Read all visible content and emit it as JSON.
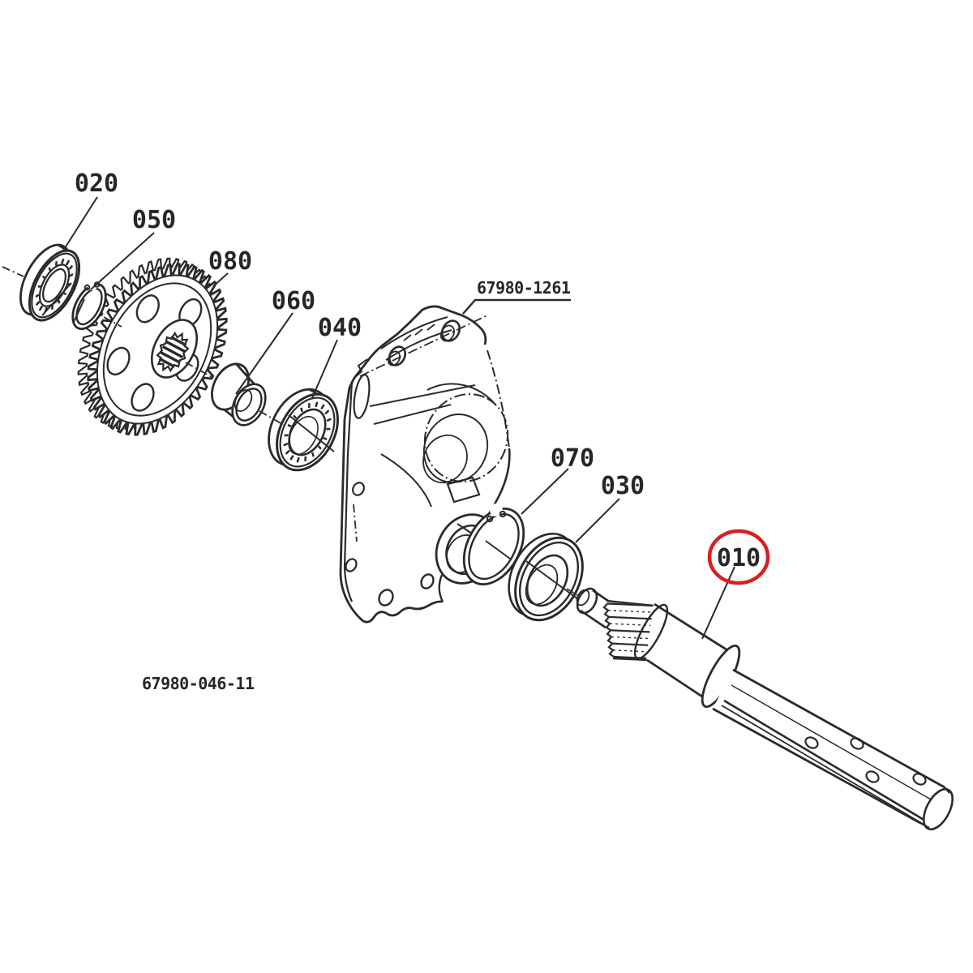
{
  "figure": {
    "background_color": "#ffffff",
    "line_color": "#2a2a2a",
    "highlight_color": "#d81f1f"
  },
  "callouts": [
    {
      "ref": "020",
      "highlighted": false
    },
    {
      "ref": "050",
      "highlighted": false
    },
    {
      "ref": "080",
      "highlighted": false
    },
    {
      "ref": "060",
      "highlighted": false
    },
    {
      "ref": "040",
      "highlighted": false
    },
    {
      "ref": "070",
      "highlighted": false
    },
    {
      "ref": "030",
      "highlighted": false
    },
    {
      "ref": "010",
      "highlighted": true
    }
  ],
  "drawing_refs": {
    "assembly": "67980-1261",
    "figure": "67980-046-11"
  }
}
